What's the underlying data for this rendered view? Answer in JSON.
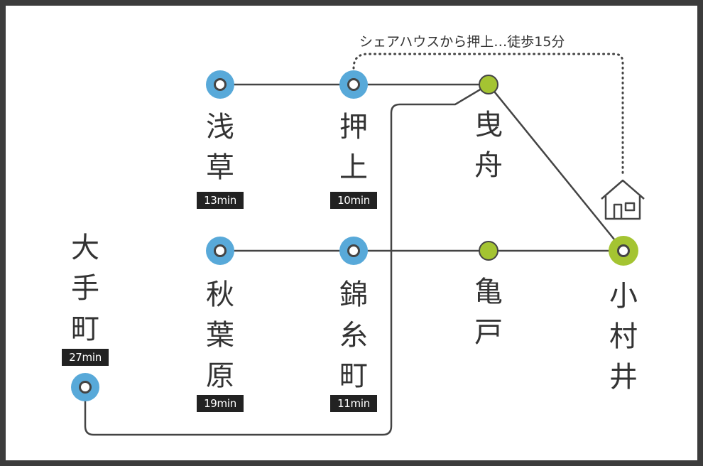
{
  "stations": {
    "asakusa": {
      "name": "浅\n草",
      "time": "13min"
    },
    "oshiage": {
      "name": "押\n上",
      "time": "10min"
    },
    "hikifune": {
      "name": "曳\n舟"
    },
    "otemachi": {
      "name": "大\n手\n町",
      "time": "27min"
    },
    "akihabara": {
      "name": "秋\n葉\n原",
      "time": "19min"
    },
    "kinshicho": {
      "name": "錦\n糸\n町",
      "time": "11min"
    },
    "kameido": {
      "name": "亀\n戸"
    },
    "omurai": {
      "name": "小\n村\n井"
    }
  },
  "walk_note": "シェアハウスから押上…徒歩15分",
  "icons": {
    "house": "house-icon"
  },
  "colors": {
    "blue_station": "#58a9d9",
    "green_station": "#a4c432",
    "line": "#444444",
    "badge": "#222222",
    "frame": "#3c3c3c"
  }
}
